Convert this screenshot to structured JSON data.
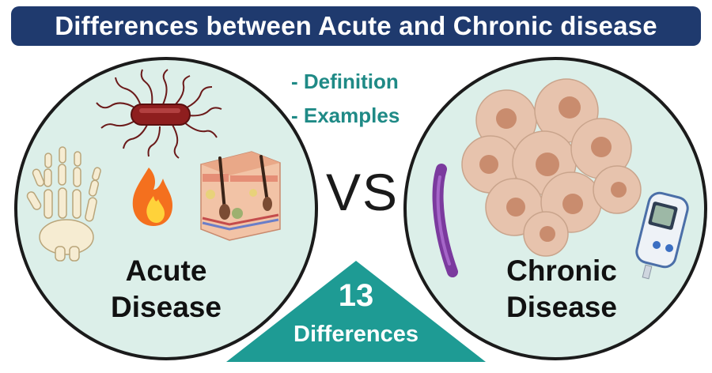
{
  "title": "Differences between Acute and Chronic disease",
  "topics": [
    "- Definition",
    "- Examples"
  ],
  "left_label": [
    "Acute",
    "Disease"
  ],
  "right_label": [
    "Chronic",
    "Disease"
  ],
  "vs_text": "VS",
  "badge": {
    "number": "13",
    "word": "Differences"
  },
  "colors": {
    "title_bg": "#1f3a6e",
    "circle_fill": "#dcefe9",
    "accent_teal": "#1f8a86",
    "badge_teal": "#1e9b94"
  },
  "icons": [
    "bacterium-icon",
    "hand-skeleton-icon",
    "flame-icon",
    "skin-tissue-icon",
    "cell-cluster-icon",
    "rod-bacterium-icon",
    "glucose-meter-icon"
  ]
}
